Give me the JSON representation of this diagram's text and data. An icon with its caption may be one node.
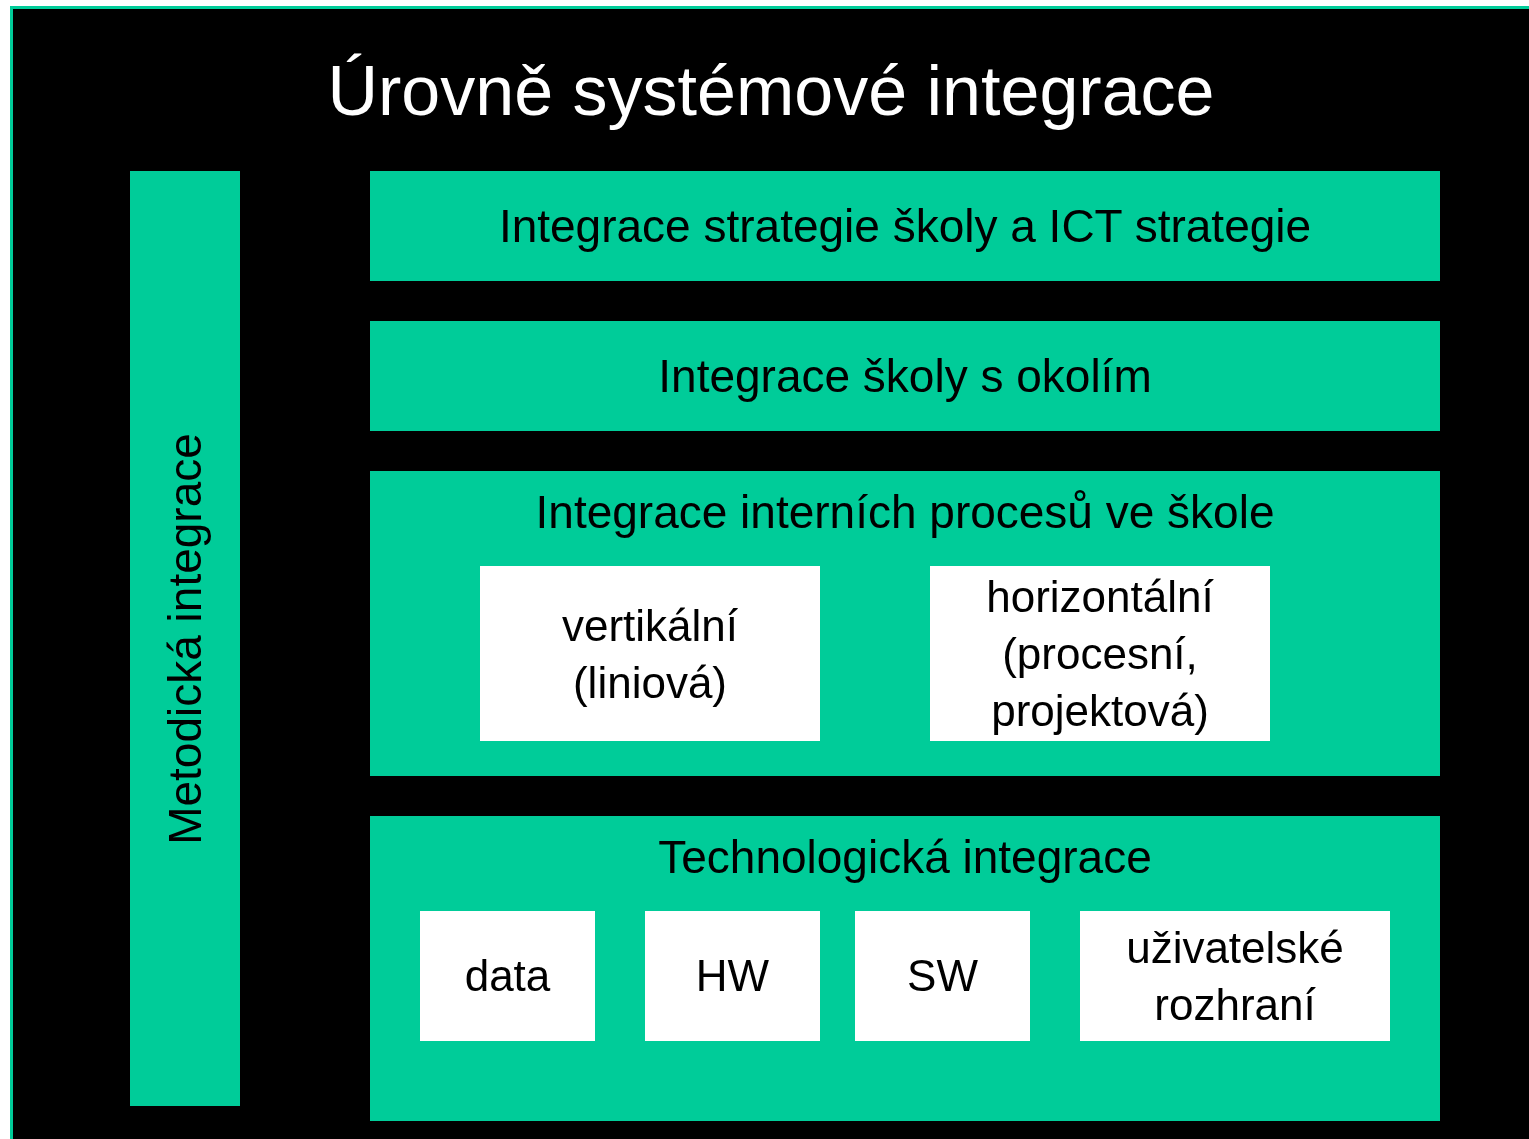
{
  "diagram": {
    "title": "Úrovně systémové integrace",
    "nodes": [
      {
        "text": [
          "Metodická integrace"
        ]
      },
      {
        "text": [
          "Integrace strategie školy a ICT strategie"
        ]
      },
      {
        "text": [
          "Integrace školy s okolím"
        ]
      },
      {
        "text": [
          "Integrace interních procesů ve škole"
        ]
      },
      {
        "text": [
          "vertikální (liniová)"
        ],
        "in": 3
      },
      {
        "text": [
          "horizontální (procesní, projektová)"
        ],
        "in": 3
      },
      {
        "text": [
          "Technologická integrace"
        ]
      },
      {
        "text": [
          "data"
        ],
        "in": 6
      },
      {
        "text": [
          "HW"
        ],
        "in": 6
      },
      {
        "text": [
          "SW"
        ],
        "in": 6
      },
      {
        "text": [
          "uživatelské rozhraní"
        ],
        "in": 6
      }
    ],
    "edges": []
  }
}
